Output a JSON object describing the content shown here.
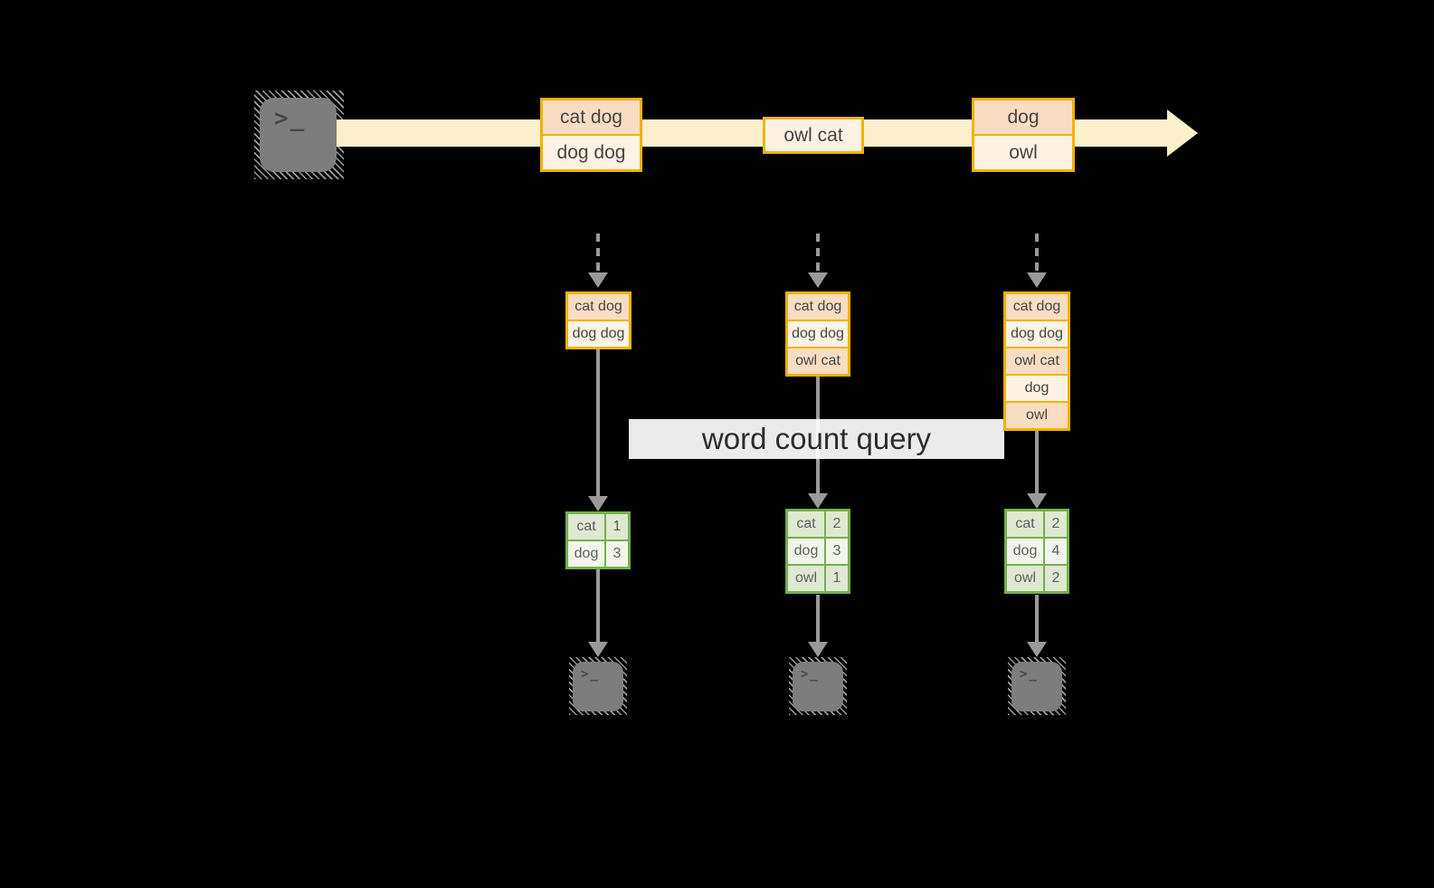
{
  "diagram": {
    "title_hidden": "",
    "prompt_glyph": ">_",
    "query_label": "word count query",
    "stream": {
      "batches": [
        {
          "lines": [
            "cat dog",
            "dog dog"
          ]
        },
        {
          "lines": [
            "owl cat"
          ]
        },
        {
          "lines": [
            "dog",
            "owl"
          ]
        }
      ]
    },
    "columns": [
      {
        "state_lines": [
          "cat dog",
          "dog dog"
        ],
        "counts": [
          {
            "word": "cat",
            "count": "1"
          },
          {
            "word": "dog",
            "count": "3"
          }
        ]
      },
      {
        "state_lines": [
          "cat dog",
          "dog dog",
          "owl cat"
        ],
        "counts": [
          {
            "word": "cat",
            "count": "2"
          },
          {
            "word": "dog",
            "count": "3"
          },
          {
            "word": "owl",
            "count": "1"
          }
        ]
      },
      {
        "state_lines": [
          "cat dog",
          "dog dog",
          "owl cat",
          "dog",
          "owl"
        ],
        "counts": [
          {
            "word": "cat",
            "count": "2"
          },
          {
            "word": "dog",
            "count": "4"
          },
          {
            "word": "owl",
            "count": "2"
          }
        ]
      }
    ],
    "colors": {
      "background": "#000000",
      "stream_band": "#fcf0cc",
      "box_border": "#f2b200",
      "box_fill_peach": "#f9ddc2",
      "box_fill_cream": "#fdf2e3",
      "table_border": "#74b04c",
      "table_fill_light": "#dfe9d2",
      "table_fill_pale": "#f1f5ec",
      "arrow_gray": "#9a9a9a",
      "terminal_gray": "#7d7d7d",
      "label_background": "#ffffff"
    }
  }
}
